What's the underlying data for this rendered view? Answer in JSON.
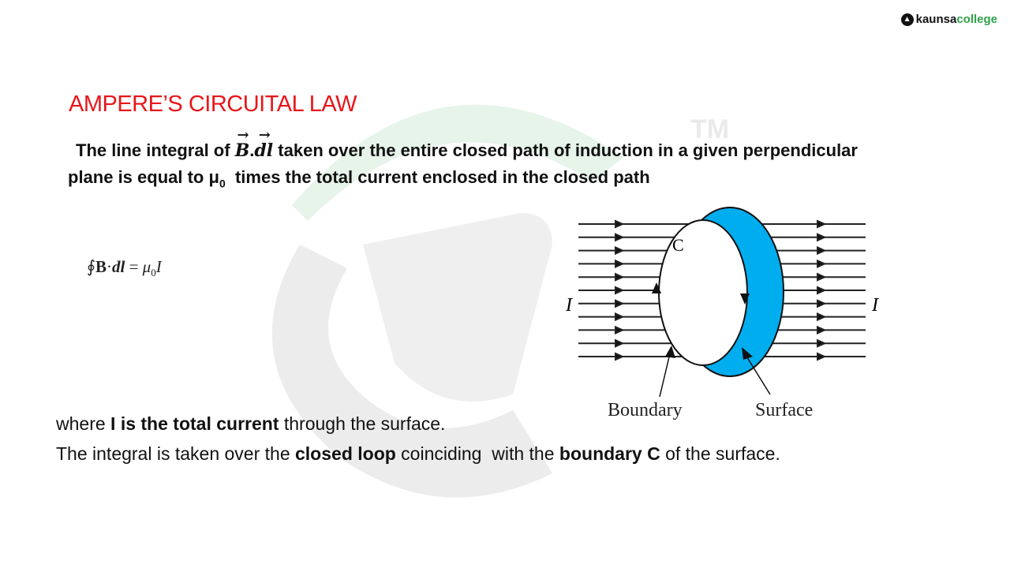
{
  "logo": {
    "part1": "kaunsa",
    "part2": "college",
    "icon": "graduation-cap-icon"
  },
  "watermark": {
    "tm": "TM"
  },
  "title": "AMPERE’S CIRCUITAL LAW",
  "definition": {
    "part1": "The line integral of ",
    "vec_b": "B",
    "dot": ".",
    "vec_dl": "dl",
    "part2": " taken over the entire closed path of induction in a given perpendicular",
    "part3": "plane is equal to ",
    "mu": "μ",
    "mu_sub": "0",
    "part4": "  times the total current enclosed in the closed path"
  },
  "formula": {
    "integral": "∮",
    "B": "B",
    "dot": "·",
    "dl": "dl",
    "eq": " = ",
    "mu": "μ",
    "sub": "0",
    "I": "I"
  },
  "diagram": {
    "label_c": "C",
    "label_i_left": "I",
    "label_i_right": "I",
    "label_boundary": "Boundary",
    "label_surface": "Surface",
    "surface_color": "#00aeef"
  },
  "body": {
    "l1a": "where ",
    "l1b": "I is the total current",
    "l1c": " through the surface.",
    "l2a": "The integral is taken over the ",
    "l2b": "closed loop",
    "l2c": " coinciding  with the ",
    "l2d": "boundary C",
    "l2e": " of the surface."
  }
}
